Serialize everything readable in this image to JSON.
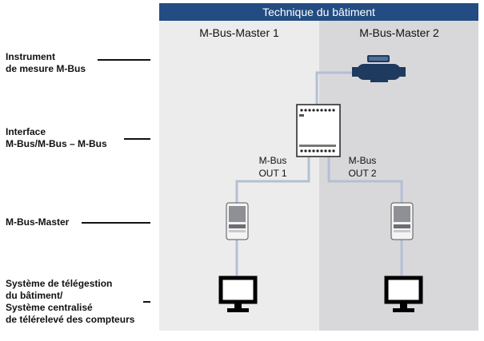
{
  "header": {
    "title": "Technique du bâtiment"
  },
  "columns": [
    {
      "title": "M-Bus-Master 1"
    },
    {
      "title": "M-Bus-Master 2"
    }
  ],
  "row_labels": [
    {
      "lines": [
        "Instrument",
        "de mesure M-Bus"
      ]
    },
    {
      "lines": [
        "Interface",
        "M-Bus/M-Bus – M-Bus"
      ]
    },
    {
      "lines": [
        "M-Bus-Master"
      ]
    },
    {
      "lines": [
        "Système de télégestion",
        "du bâtiment/",
        "Système centralisé",
        "de télérelevé des compteurs"
      ]
    }
  ],
  "outputs": [
    {
      "lines": [
        "M-Bus",
        "OUT 1"
      ]
    },
    {
      "lines": [
        "M-Bus",
        "OUT 2"
      ]
    }
  ],
  "icons": {
    "meter": "water-meter-icon",
    "interface": "bus-interface-icon",
    "master": "bus-master-icon",
    "monitor": "monitor-icon"
  },
  "colors": {
    "header_bg": "#234c82",
    "column1_bg": "#ececec",
    "column2_bg": "#d8d8da",
    "line": "#b3bfd5"
  }
}
